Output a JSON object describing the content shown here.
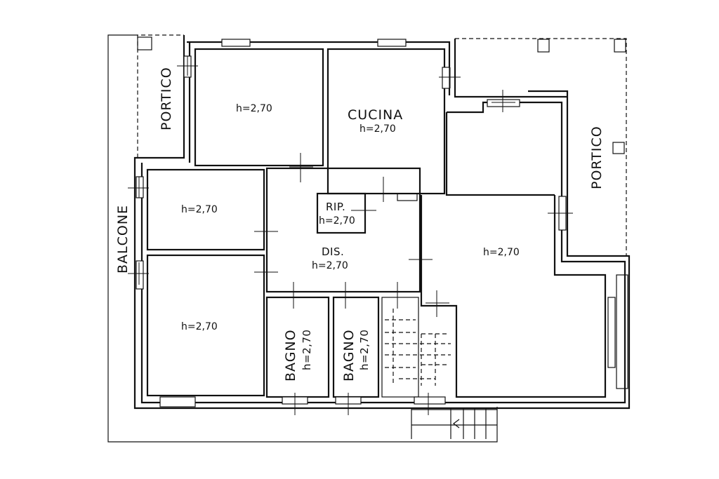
{
  "plan": {
    "rooms": [
      {
        "id": "camera-top",
        "height_label": "h=2,70"
      },
      {
        "id": "cucina",
        "name": "CUCINA",
        "height_label": "h=2,70"
      },
      {
        "id": "camera-mid",
        "height_label": "h=2,70"
      },
      {
        "id": "ripostiglio",
        "name": "RIP.",
        "height_label": "h=2,70"
      },
      {
        "id": "disimpegno",
        "name": "DIS.",
        "height_label": "h=2,70"
      },
      {
        "id": "soggiorno",
        "height_label": "h=2,70"
      },
      {
        "id": "camera-bottom",
        "height_label": "h=2,70"
      },
      {
        "id": "bagno-1",
        "name": "BAGNO",
        "height_label": "h=2,70"
      },
      {
        "id": "bagno-2",
        "name": "BAGNO",
        "height_label": "h=2,70"
      }
    ],
    "outdoor": {
      "portico_left": "PORTICO",
      "portico_right": "PORTICO",
      "balcone": "BALCONE"
    }
  }
}
